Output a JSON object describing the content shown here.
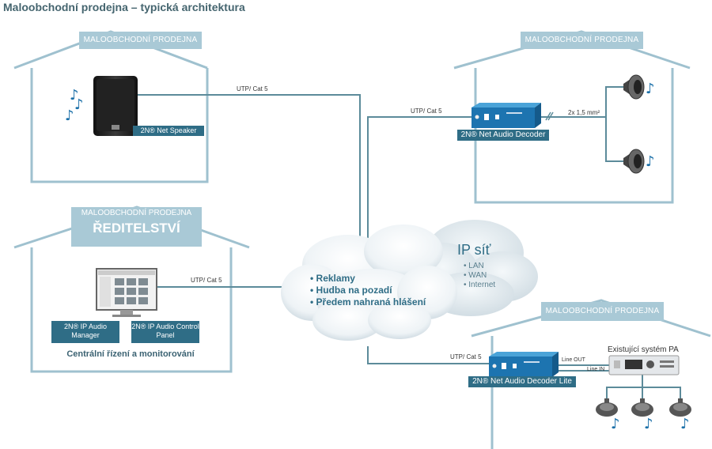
{
  "title": "Maloobchodní prodejna – typická architektura",
  "store_label": "MALOOBCHODNÍ PRODEJNA",
  "management": {
    "label": "MALOOBCHODNÍ PRODEJNA",
    "sublabel": "ŘEDITELSTVÍ",
    "caption": "Centrální řízení a monitorování"
  },
  "devices": {
    "net_speaker": "2N® Net Speaker",
    "audio_decoder": "2N® Net Audio Decoder",
    "audio_decoder_lite": "2N® Net Audio Decoder Lite",
    "audio_manager": "2N® IP Audio Manager",
    "control_panel": "2N® IP Audio Control Panel"
  },
  "links": {
    "utp1": "UTP/ Cat 5",
    "utp2": "UTP/ Cat 5",
    "utp3": "UTP/ Cat 5",
    "utp4": "UTP/ Cat 5",
    "cable": "2x 1,5 mm²",
    "line_out": "Line OUT",
    "line_in": "Line IN"
  },
  "existing_pa": "Existující systém PA",
  "cloud": {
    "bullets": [
      "Reklamy",
      "Hudba na pozadí",
      "Předem nahraná hlášení"
    ],
    "ip_title": "IP síť",
    "ip_items": [
      "LAN",
      "WAN",
      "Internet"
    ]
  },
  "colors": {
    "house": "#9fc1cf",
    "tag": "#a9c9d6",
    "line": "#5c8b9a",
    "box": "#2f6d86",
    "title": "#45656f",
    "note": "#1a6fa8"
  }
}
